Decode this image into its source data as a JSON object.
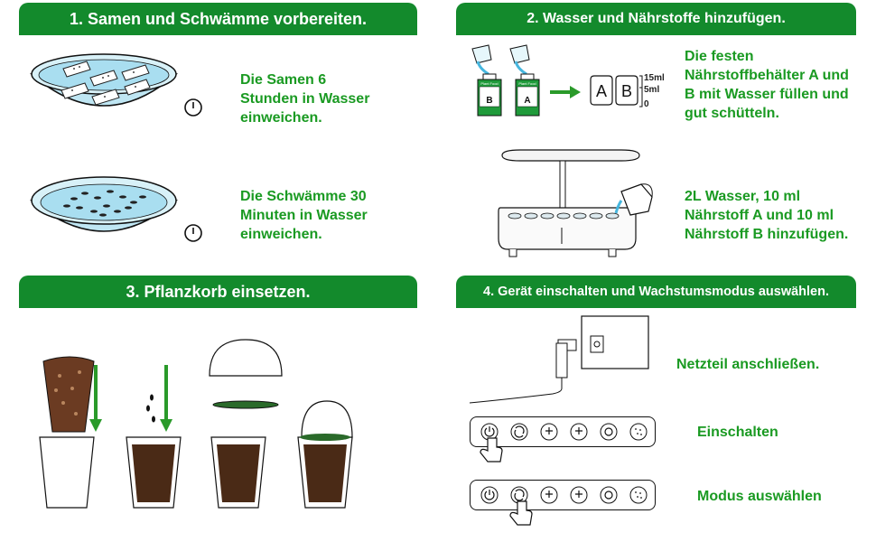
{
  "steps": [
    {
      "title": "1. Samen und Schwämme vorbereiten."
    },
    {
      "title": "2. Wasser und Nährstoffe hinzufügen."
    },
    {
      "title": "3. Pflanzkorb einsetzen."
    },
    {
      "title": "4. Gerät einschalten und Wachstumsmodus auswählen."
    }
  ],
  "step1": {
    "seeds_text": [
      "Die Samen 6",
      "Stunden in Wasser",
      "einweichen."
    ],
    "sponges_text": [
      "Die Schwämme 30",
      "Minuten in Wasser",
      "einweichen."
    ]
  },
  "step2": {
    "bottle_brand": "Plant Food",
    "bottle_b_letter": "B",
    "bottle_a_letter": "A",
    "container_a": "A",
    "container_b": "B",
    "marks": [
      "15ml",
      "5ml",
      "0"
    ],
    "nutrient_text": [
      "Die festen",
      "Nährstoffbehälter A und",
      "B mit Wasser füllen und",
      "gut schütteln."
    ],
    "water_text": [
      "2L Wasser, 10 ml",
      "Nährstoff A und 10 ml",
      "Nährstoff B hinzufügen."
    ]
  },
  "step4": {
    "adapter_text": "Netzteil anschließen.",
    "power_text": "Einschalten",
    "mode_text": "Modus auswählen"
  },
  "colors": {
    "header_green": "#138a2c",
    "text_green": "#1a9a22",
    "arrow_green": "#2a9a2a",
    "water_blue": "#bfe6f3"
  },
  "icons": [
    "clock-icon",
    "power-icon",
    "mode-icon",
    "light-icon",
    "growth-icon",
    "timer-icon",
    "dots-icon",
    "hand-pointer-icon"
  ]
}
